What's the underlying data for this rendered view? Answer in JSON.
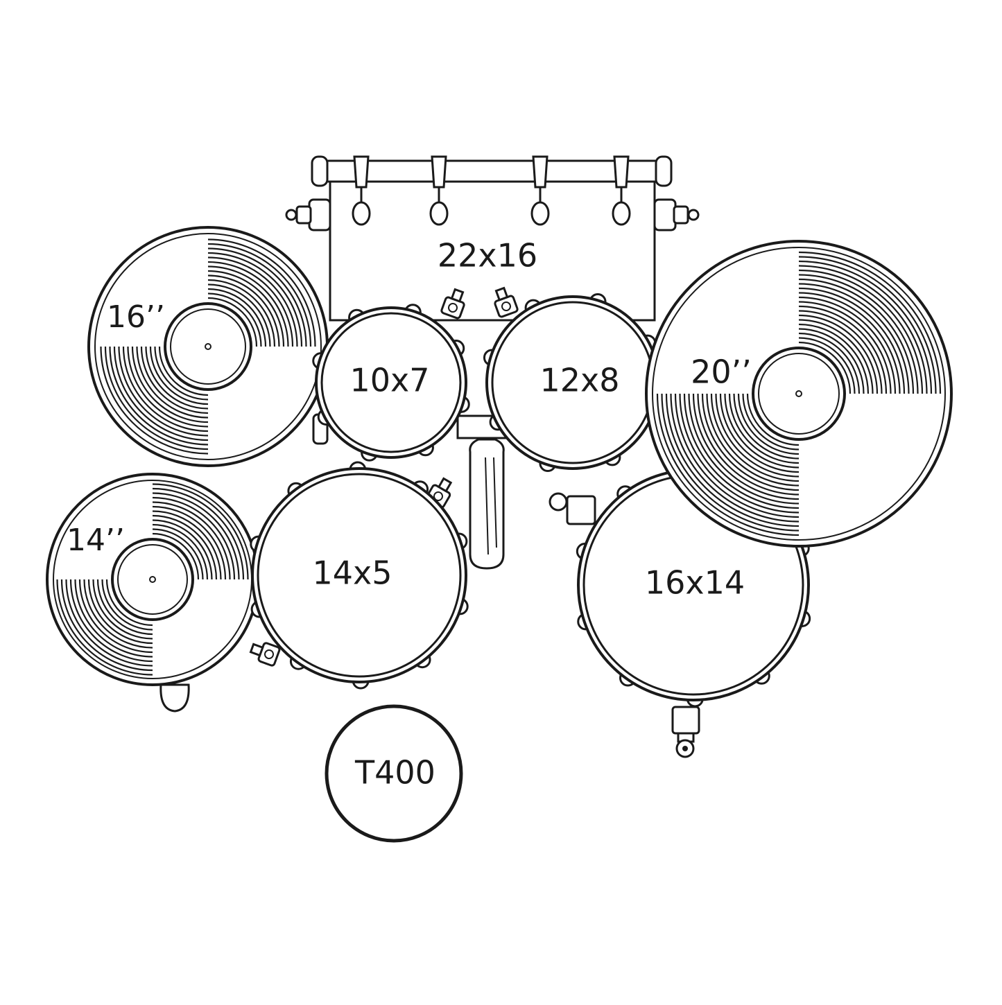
{
  "diagram": {
    "stroke_color": "#1a1a1a",
    "background": "#ffffff",
    "components": {
      "bass_drum": {
        "label": "22x16"
      },
      "tom_left": {
        "label": "10x7"
      },
      "tom_right": {
        "label": "12x8"
      },
      "snare": {
        "label": "14x5"
      },
      "floor_tom": {
        "label": "16x14"
      },
      "crash_cymbal": {
        "label": "16’’"
      },
      "ride_cymbal": {
        "label": "20’’"
      },
      "hihat": {
        "label": "14’’"
      },
      "throne": {
        "label": "T400"
      }
    }
  }
}
